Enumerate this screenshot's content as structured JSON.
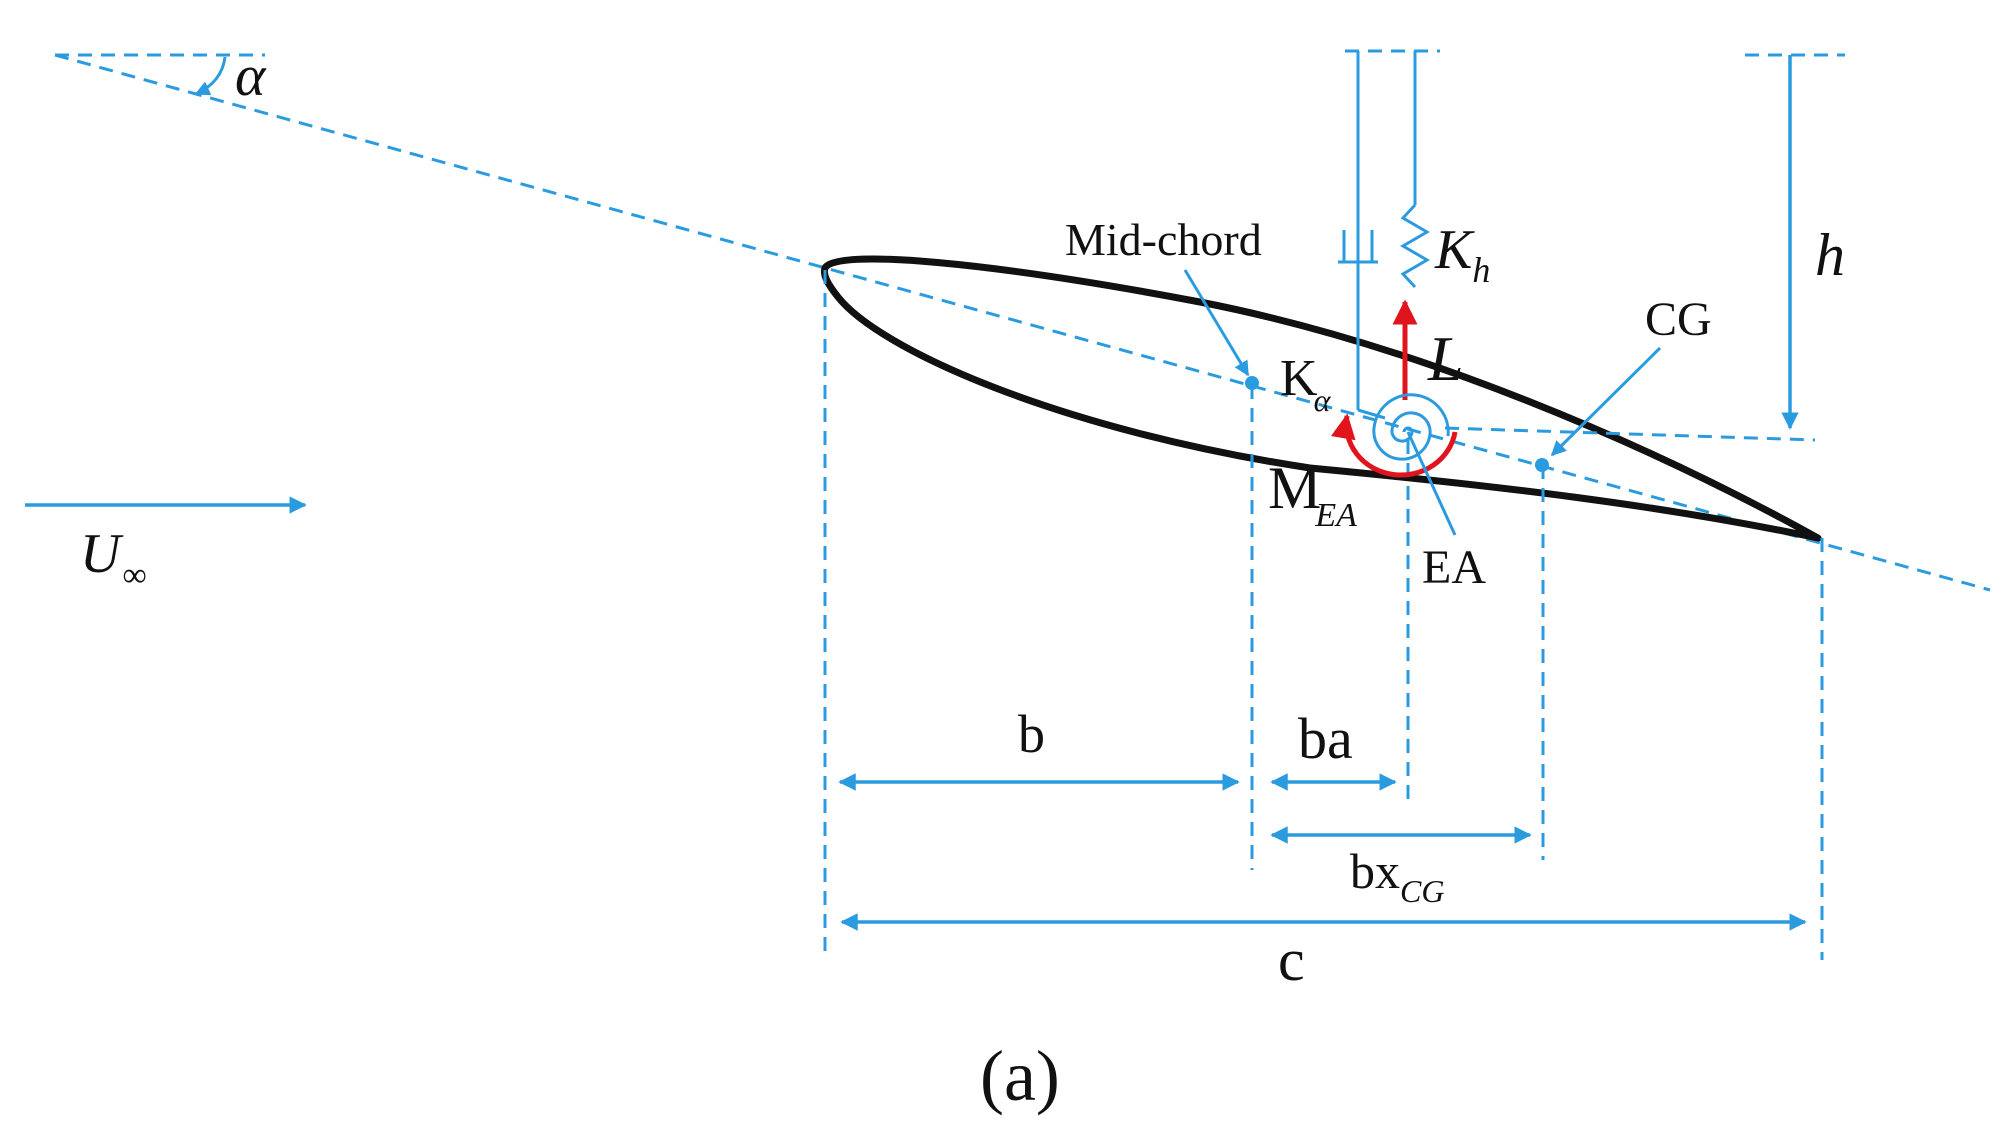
{
  "labels": {
    "alpha": "α",
    "u": "U",
    "u_sub": "∞",
    "mid_chord": "Mid-chord",
    "k": "K",
    "k_h_sub": "h",
    "k_alpha_sub": "α",
    "h": "h",
    "cg": "CG",
    "lift": "L",
    "m": "M",
    "m_sub": "EA",
    "ea": "EA",
    "b": "b",
    "ba": "ba",
    "bx": "bx",
    "bx_sub": "CG",
    "c": "c",
    "panel": "(a)"
  },
  "colors": {
    "blue": "#2b9be0",
    "black": "#111111",
    "red": "#e0141c"
  }
}
